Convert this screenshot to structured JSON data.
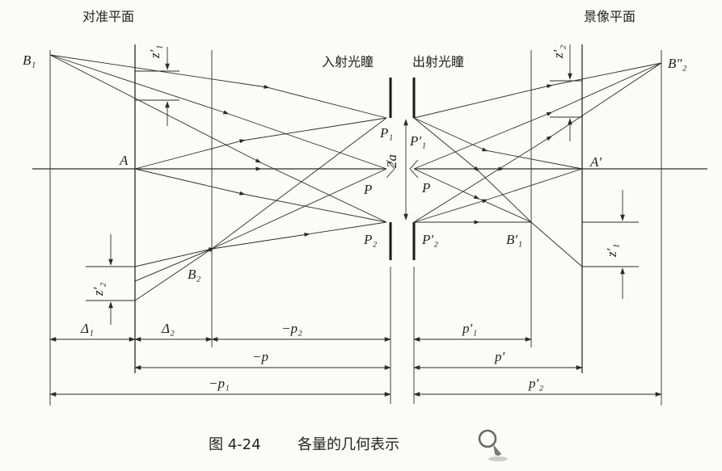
{
  "planes": {
    "focus_plane": "对准平面",
    "image_plane": "景像平面",
    "entrance_pupil": "入射光瞳",
    "exit_pupil": "出射光瞳"
  },
  "points": {
    "B1": "B₁",
    "B2_obj": "B₂",
    "A": "A",
    "P1": "P₁",
    "P": "P",
    "P2": "P₂",
    "P1p": "P′₁",
    "Pp": "P",
    "P2p": "P′₂",
    "Ap": "A′",
    "B1p": "B′₁",
    "B2pp": "B″₂",
    "aperture": "2a"
  },
  "blur": {
    "z1": "z′₁",
    "z2": "z′₂",
    "zz1": "z′₁",
    "zz2": "z′₂"
  },
  "dims": {
    "delta1": "Δ₁",
    "delta2": "Δ₂",
    "neg_p2": "−p₂",
    "neg_p": "−p",
    "neg_p1": "−p₁",
    "p1p": "p′₁",
    "pp": "p′",
    "p2p": "p′₂"
  },
  "caption": {
    "figure": "图 4-24",
    "title": "各量的几何表示"
  },
  "icons": {
    "magnifier": "magnifier-icon"
  }
}
